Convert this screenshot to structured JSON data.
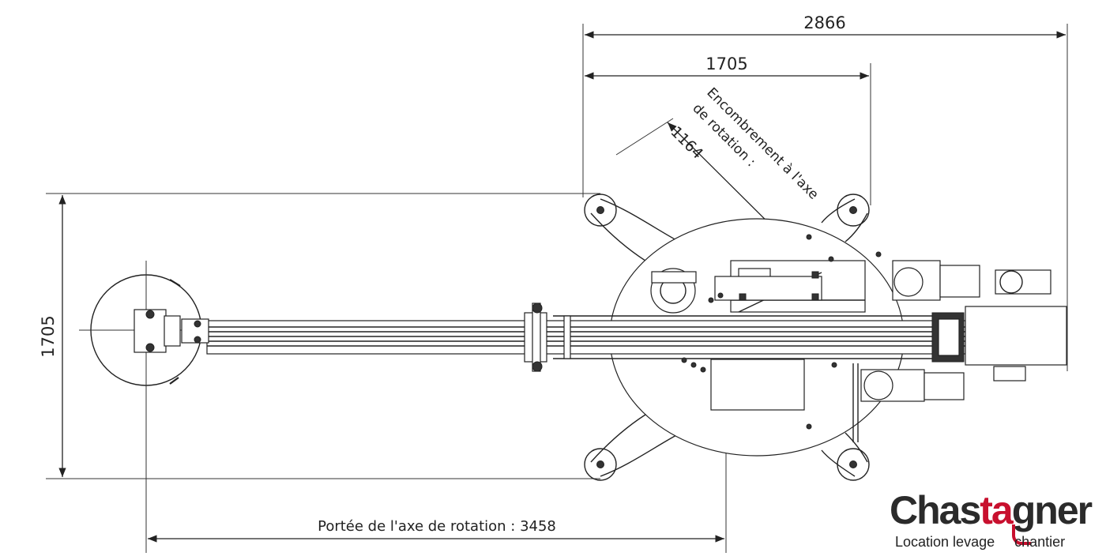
{
  "dimensions": {
    "overall_length": "2866",
    "base_width": "1705",
    "base_height": "1705",
    "axis_clearance": "1164",
    "clearance_label_line1": "Encombrement à l'axe",
    "clearance_label_line2": "de rotation :",
    "reach_label": "Portée de l'axe de rotation : 3458"
  },
  "logo": {
    "name_part1": "Chas",
    "name_accent": "ta",
    "name_part2": "gner",
    "tagline_part1": "Location levage",
    "tagline_part2": "chantier"
  },
  "colors": {
    "line": "#222222",
    "brand_red": "#c8102e",
    "brand_dark": "#2b2b2b"
  }
}
